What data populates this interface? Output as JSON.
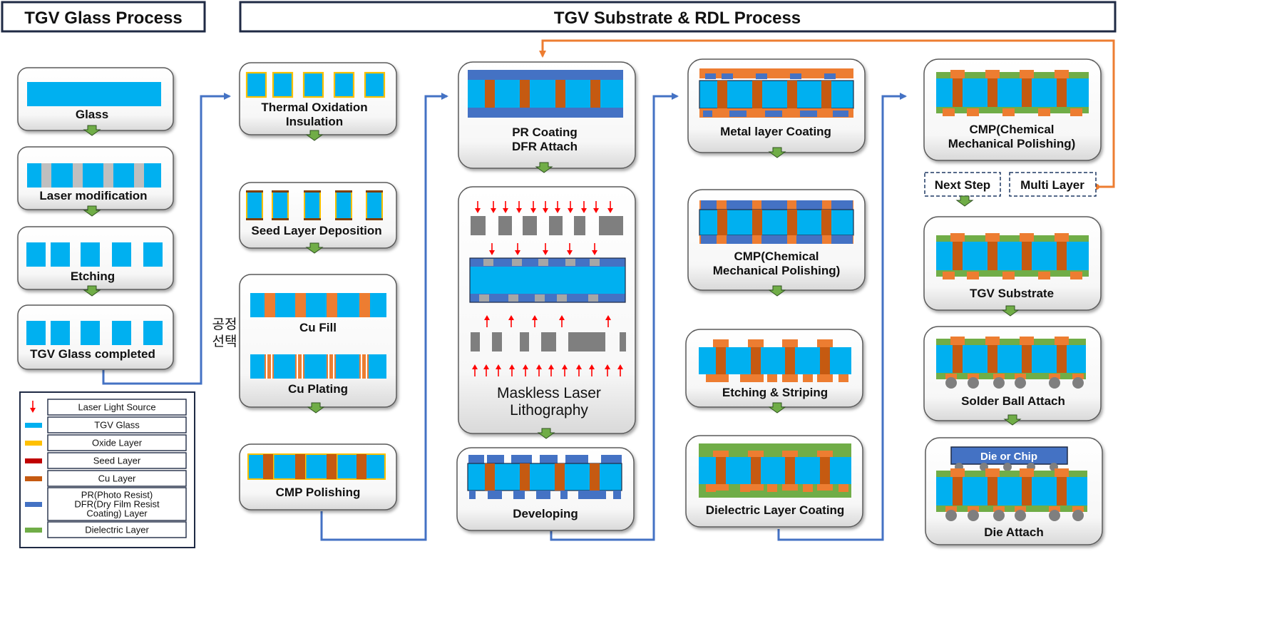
{
  "headers": {
    "glass": "TGV Glass Process",
    "substrate": "TGV Substrate & RDL  Process"
  },
  "steps": {
    "glass": "Glass",
    "laser_mod": "Laser modification",
    "etching": "Etching",
    "tgv_completed": "TGV Glass completed",
    "thermal_l1": "Thermal Oxidation",
    "thermal_l2": "Insulation",
    "seed": "Seed Layer Deposition",
    "cu_fill": "Cu Fill",
    "cu_plating": "Cu Plating",
    "cmp_polishing": "CMP Polishing",
    "pr_l1": "PR Coating",
    "pr_l2": "DFR Attach",
    "maskless_l1": "Maskless Laser",
    "maskless_l2": "Lithography",
    "developing": "Developing",
    "metal_coating": "Metal layer Coating",
    "cmp_a_l1": "CMP(Chemical",
    "cmp_a_l2": "Mechanical Polishing)",
    "etch_strip": "Etching & Striping",
    "dielectric": "Dielectric Layer Coating",
    "cmp_b_l1": "CMP(Chemical",
    "cmp_b_l2": "Mechanical Polishing)",
    "next_step": "Next Step",
    "multi_layer": "Multi Layer",
    "tgv_substrate": "TGV Substrate",
    "solder": "Solder Ball Attach",
    "die_attach": "Die Attach",
    "die_chip": "Die or Chip"
  },
  "process_select": {
    "line1": "공정",
    "line2": "선택"
  },
  "legend": [
    {
      "label": "Laser Light Source",
      "color": "#ff0000",
      "kind": "arrow"
    },
    {
      "label": "TGV Glass",
      "color": "#00b0f0",
      "kind": "bar"
    },
    {
      "label": "Oxide Layer",
      "color": "#ffc000",
      "kind": "bar"
    },
    {
      "label": "Seed Layer",
      "color": "#c00000",
      "kind": "bar"
    },
    {
      "label": "Cu Layer",
      "color": "#c55a11",
      "kind": "bar"
    },
    {
      "label": "PR(Photo Resist)\nDFR(Dry Film Resist\nCoating) Layer",
      "color": "#4472c4",
      "kind": "bar"
    },
    {
      "label": "Dielectric Layer",
      "color": "#70ad47",
      "kind": "bar"
    }
  ],
  "colors": {
    "glass": "#00b0f0",
    "oxide": "#ffc000",
    "seed": "#c00000",
    "cu": "#c55a11",
    "pr": "#4472c4",
    "dielectric": "#70ad47",
    "laser": "#ff0000",
    "mask": "#7f7f7f",
    "flow": "#4472c4",
    "loop": "#ed7d31",
    "step_arrow": "#70ad47",
    "cu_orange": "#ed7d31"
  }
}
